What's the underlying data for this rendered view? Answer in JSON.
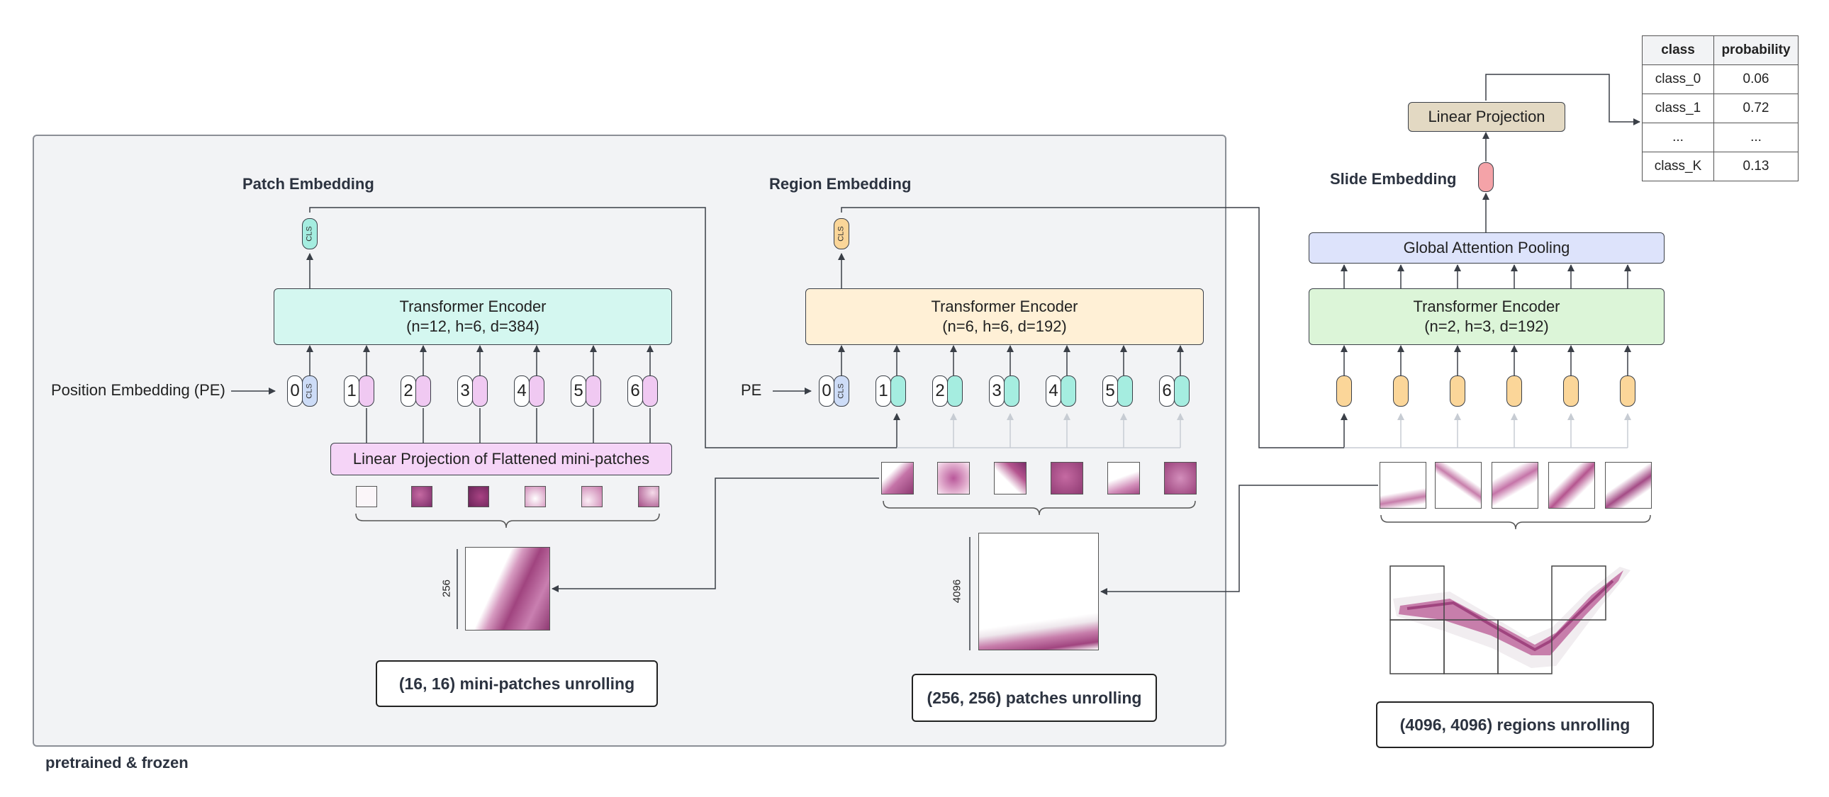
{
  "panel": {
    "caption": "pretrained & frozen"
  },
  "patch_level": {
    "title": "Patch Embedding",
    "encoder_line1": "Transformer Encoder",
    "encoder_line2": "(n=12, h=6, d=384)",
    "pe_label": "Position Embedding (PE)",
    "cls_label": "CLS",
    "indices": [
      "0",
      "1",
      "2",
      "3",
      "4",
      "5",
      "6"
    ],
    "projection_label": "Linear Projection of Flattened mini-patches",
    "size_label": "256",
    "unroll_label": "(16, 16) mini-patches unrolling"
  },
  "region_level": {
    "title": "Region Embedding",
    "encoder_line1": "Transformer Encoder",
    "encoder_line2": "(n=6, h=6, d=192)",
    "pe_label": "PE",
    "cls_label": "CLS",
    "indices": [
      "0",
      "1",
      "2",
      "3",
      "4",
      "5",
      "6"
    ],
    "size_label": "4096",
    "unroll_label": "(256, 256) patches unrolling"
  },
  "slide_level": {
    "title": "Slide Embedding",
    "encoder_line1": "Transformer Encoder",
    "encoder_line2": "(n=2, h=3, d=192)",
    "pooling_label": "Global Attention Pooling",
    "projection_label": "Linear Projection",
    "unroll_label": "(4096, 4096) regions unrolling"
  },
  "output_table": {
    "headers": [
      "class",
      "probability"
    ],
    "rows": [
      [
        "class_0",
        "0.06"
      ],
      [
        "class_1",
        "0.72"
      ],
      [
        "...",
        "..."
      ],
      [
        "class_K",
        "0.13"
      ]
    ]
  },
  "colors": {
    "patch_encoder": "#d4f7f0",
    "region_encoder": "#fff0d6",
    "slide_encoder": "#dcf5d8",
    "pooling": "#dde3fb",
    "linear_projection": "#e3d9c3",
    "patch_token": "#f0c9f2",
    "region_token": "#a5ede0",
    "slide_token": "#fbd699",
    "cls_patch": "#a5ede0",
    "cls_region": "#fbd699",
    "cls_input": "#cddcf7",
    "slide_embedding_token": "#f4a3a8",
    "projection_patch": "#f5d4f7"
  }
}
